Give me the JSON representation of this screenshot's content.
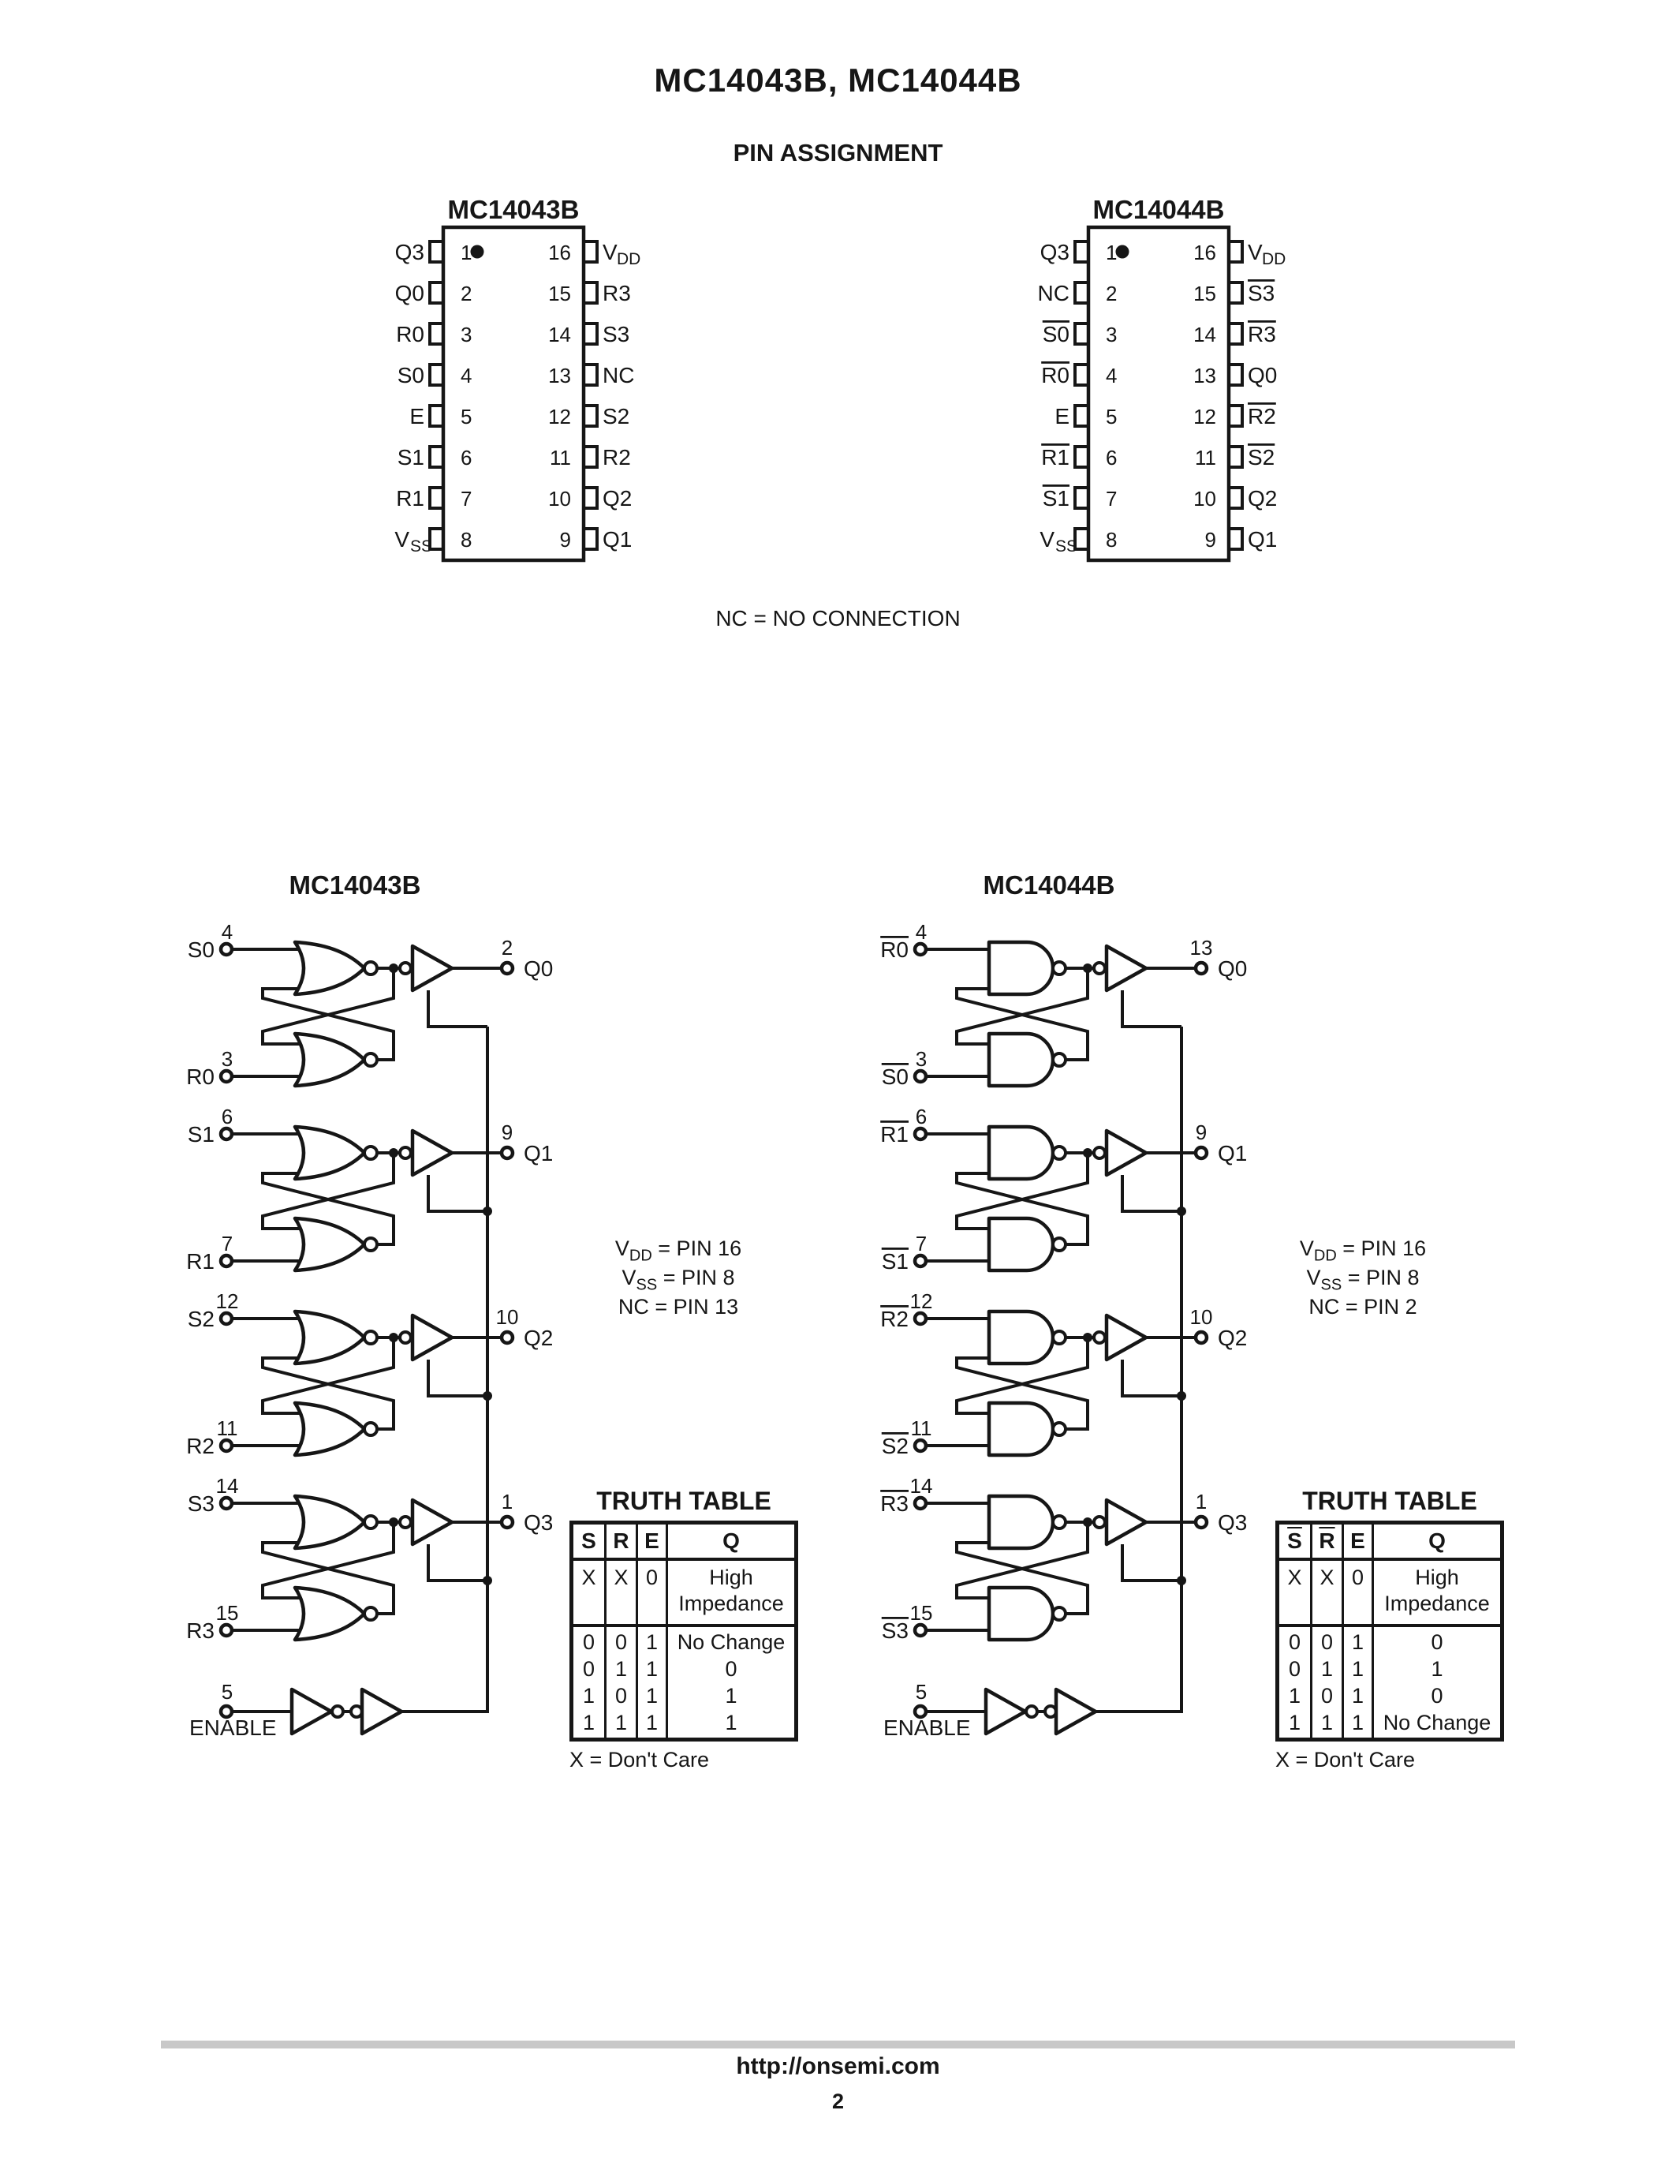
{
  "page": {
    "title": "MC14043B, MC14044B",
    "section_title": "PIN ASSIGNMENT",
    "nc_note": "NC = NO CONNECTION",
    "ink_color": "#161616",
    "footer": {
      "url": "http://onsemi.com",
      "page_number": "2",
      "bar_color": "#c8c8c8"
    }
  },
  "packages": [
    {
      "name": "MC14043B",
      "left_pins": [
        {
          "num": "1",
          "label": "Q3"
        },
        {
          "num": "2",
          "label": "Q0"
        },
        {
          "num": "3",
          "label": "R0"
        },
        {
          "num": "4",
          "label": "S0"
        },
        {
          "num": "5",
          "label": "E"
        },
        {
          "num": "6",
          "label": "S1"
        },
        {
          "num": "7",
          "label": "R1"
        },
        {
          "num": "8",
          "label": "V",
          "sub": "SS"
        }
      ],
      "right_pins": [
        {
          "num": "16",
          "label": "V",
          "sub": "DD"
        },
        {
          "num": "15",
          "label": "R3"
        },
        {
          "num": "14",
          "label": "S3"
        },
        {
          "num": "13",
          "label": "NC"
        },
        {
          "num": "12",
          "label": "S2"
        },
        {
          "num": "11",
          "label": "R2"
        },
        {
          "num": "10",
          "label": "Q2"
        },
        {
          "num": "9",
          "label": "Q1"
        }
      ]
    },
    {
      "name": "MC14044B",
      "left_pins": [
        {
          "num": "1",
          "label": "Q3"
        },
        {
          "num": "2",
          "label": "NC"
        },
        {
          "num": "3",
          "label": "S0",
          "overline": true
        },
        {
          "num": "4",
          "label": "R0",
          "overline": true
        },
        {
          "num": "5",
          "label": "E"
        },
        {
          "num": "6",
          "label": "R1",
          "overline": true
        },
        {
          "num": "7",
          "label": "S1",
          "overline": true
        },
        {
          "num": "8",
          "label": "V",
          "sub": "SS"
        }
      ],
      "right_pins": [
        {
          "num": "16",
          "label": "V",
          "sub": "DD"
        },
        {
          "num": "15",
          "label": "S3",
          "overline": true
        },
        {
          "num": "14",
          "label": "R3",
          "overline": true
        },
        {
          "num": "13",
          "label": "Q0"
        },
        {
          "num": "12",
          "label": "R2",
          "overline": true
        },
        {
          "num": "11",
          "label": "S2",
          "overline": true
        },
        {
          "num": "10",
          "label": "Q2"
        },
        {
          "num": "9",
          "label": "Q1"
        }
      ]
    }
  ],
  "diagrams": [
    {
      "name": "MC14043B",
      "gate_type": "NOR",
      "cells": [
        {
          "set_label": "S0",
          "set_pin": "4",
          "reset_label": "R0",
          "reset_pin": "3",
          "q_label": "Q0",
          "q_pin": "2"
        },
        {
          "set_label": "S1",
          "set_pin": "6",
          "reset_label": "R1",
          "reset_pin": "7",
          "q_label": "Q1",
          "q_pin": "9"
        },
        {
          "set_label": "S2",
          "set_pin": "12",
          "reset_label": "R2",
          "reset_pin": "11",
          "q_label": "Q2",
          "q_pin": "10"
        },
        {
          "set_label": "S3",
          "set_pin": "14",
          "reset_label": "R3",
          "reset_pin": "15",
          "q_label": "Q3",
          "q_pin": "1"
        }
      ],
      "enable_label": "ENABLE",
      "enable_pin": "5",
      "notes": [
        {
          "main": "V",
          "sub": "DD",
          "rest": " = PIN 16"
        },
        {
          "main": "V",
          "sub": "SS",
          "rest": " = PIN 8"
        },
        {
          "main": "NC",
          "rest": " = PIN 13"
        }
      ]
    },
    {
      "name": "MC14044B",
      "gate_type": "NAND",
      "cells": [
        {
          "set_label": "R0",
          "set_pin": "4",
          "reset_label": "S0",
          "reset_pin": "3",
          "q_label": "Q0",
          "q_pin": "13",
          "overline": true
        },
        {
          "set_label": "R1",
          "set_pin": "6",
          "reset_label": "S1",
          "reset_pin": "7",
          "q_label": "Q1",
          "q_pin": "9",
          "overline": true
        },
        {
          "set_label": "R2",
          "set_pin": "12",
          "reset_label": "S2",
          "reset_pin": "11",
          "q_label": "Q2",
          "q_pin": "10",
          "overline": true
        },
        {
          "set_label": "R3",
          "set_pin": "14",
          "reset_label": "S3",
          "reset_pin": "15",
          "q_label": "Q3",
          "q_pin": "1",
          "overline": true
        }
      ],
      "enable_label": "ENABLE",
      "enable_pin": "5",
      "notes": [
        {
          "main": "V",
          "sub": "DD",
          "rest": " = PIN 16"
        },
        {
          "main": "V",
          "sub": "SS",
          "rest": " = PIN 8"
        },
        {
          "main": "NC",
          "rest": " = PIN 2"
        }
      ]
    }
  ],
  "truth_tables": [
    {
      "title": "TRUTH TABLE",
      "headers": [
        {
          "label": "S"
        },
        {
          "label": "R"
        },
        {
          "label": "E"
        },
        {
          "label": "Q"
        }
      ],
      "hi_z_row": {
        "s": "X",
        "r": "X",
        "e": "0",
        "q": [
          "High",
          "Impedance"
        ]
      },
      "rows": {
        "s": [
          "0",
          "0",
          "1",
          "1"
        ],
        "r": [
          "0",
          "1",
          "0",
          "1"
        ],
        "e": [
          "1",
          "1",
          "1",
          "1"
        ],
        "q": [
          "No Change",
          "0",
          "1",
          "1"
        ]
      },
      "footnote": "X = Don't Care"
    },
    {
      "title": "TRUTH TABLE",
      "headers": [
        {
          "label": "S",
          "overline": true
        },
        {
          "label": "R",
          "overline": true
        },
        {
          "label": "E"
        },
        {
          "label": "Q"
        }
      ],
      "hi_z_row": {
        "s": "X",
        "r": "X",
        "e": "0",
        "q": [
          "High",
          "Impedance"
        ]
      },
      "rows": {
        "s": [
          "0",
          "0",
          "1",
          "1"
        ],
        "r": [
          "0",
          "1",
          "0",
          "1"
        ],
        "e": [
          "1",
          "1",
          "1",
          "1"
        ],
        "q": [
          "0",
          "1",
          "0",
          "No Change"
        ]
      },
      "footnote": "X = Don't Care"
    }
  ]
}
